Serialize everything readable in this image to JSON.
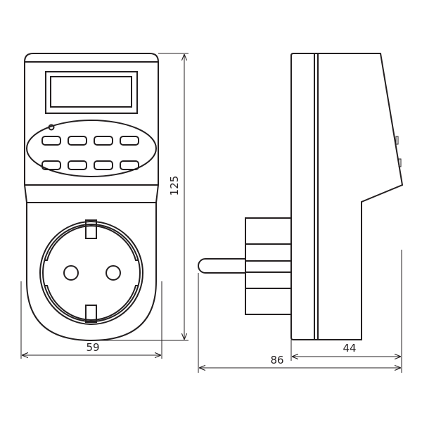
{
  "dimensions": {
    "front_height": "125",
    "front_width": "59",
    "side_depth_total": "86",
    "side_depth_body": "44"
  },
  "colors": {
    "line": "#231f20",
    "background": "#ffffff"
  }
}
